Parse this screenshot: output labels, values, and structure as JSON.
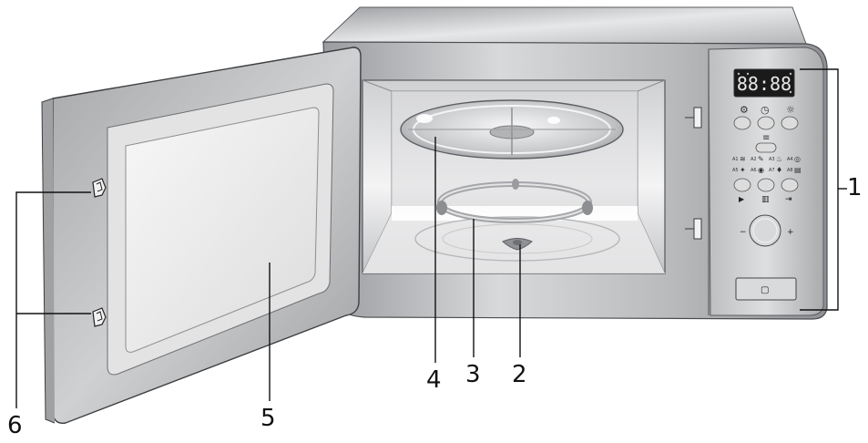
{
  "diagram": {
    "subject": "microwave-oven-front-view-door-open",
    "display": {
      "readout": "88:88"
    },
    "callouts": [
      {
        "id": "1",
        "label": "1"
      },
      {
        "id": "2",
        "label": "2"
      },
      {
        "id": "3",
        "label": "3"
      },
      {
        "id": "4",
        "label": "4"
      },
      {
        "id": "5",
        "label": "5"
      },
      {
        "id": "6",
        "label": "6"
      }
    ],
    "program_labels": [
      "A1",
      "A2",
      "A3",
      "A4",
      "A5",
      "A6",
      "A7",
      "A8"
    ],
    "dial_signs": {
      "minus": "−",
      "plus": "+"
    },
    "colors": {
      "body_steel": "#c9cacc",
      "door_frame": "#bfc0c2",
      "display_bg": "#1a1a1a",
      "display_text": "#e8e8e8",
      "outline": "#2a2a2a"
    }
  }
}
